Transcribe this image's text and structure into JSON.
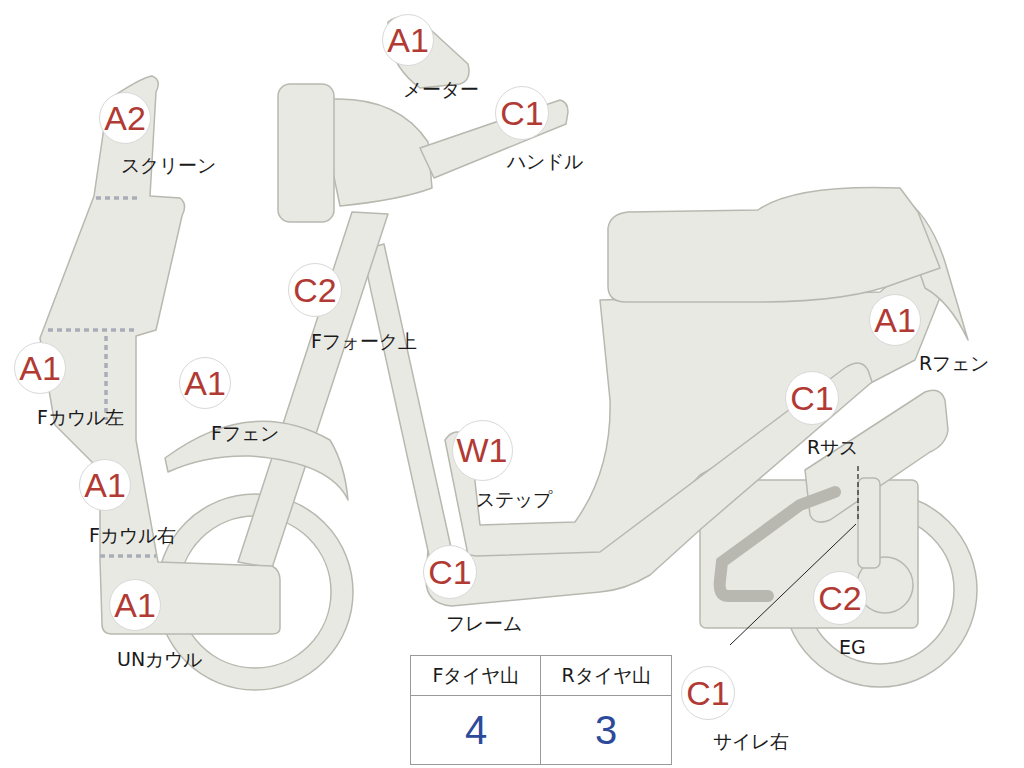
{
  "diagram": {
    "nodes": [
      {
        "text": [
          "A1",
          "メーター"
        ]
      },
      {
        "text": [
          "A2",
          "スクリーン"
        ]
      },
      {
        "text": [
          "C1",
          "ハンドル"
        ]
      },
      {
        "text": [
          "C2",
          "Fフォーク上"
        ]
      },
      {
        "text": [
          "A1",
          "Rフェン"
        ]
      },
      {
        "text": [
          "A1",
          "Fカウル左"
        ]
      },
      {
        "text": [
          "A1",
          "Fフェン"
        ]
      },
      {
        "text": [
          "C1",
          "Rサス"
        ]
      },
      {
        "text": [
          "W1",
          "ステップ"
        ]
      },
      {
        "text": [
          "A1",
          "Fカウル右"
        ]
      },
      {
        "text": [
          "C1",
          "フレーム"
        ]
      },
      {
        "text": [
          "C2",
          "EG"
        ]
      },
      {
        "text": [
          "A1",
          "UNカウル"
        ]
      },
      {
        "text": [
          "C1",
          "サイレ右"
        ]
      }
    ],
    "labels": [
      "Fタイヤ山",
      "Rタイヤ山",
      "4",
      "3"
    ]
  }
}
